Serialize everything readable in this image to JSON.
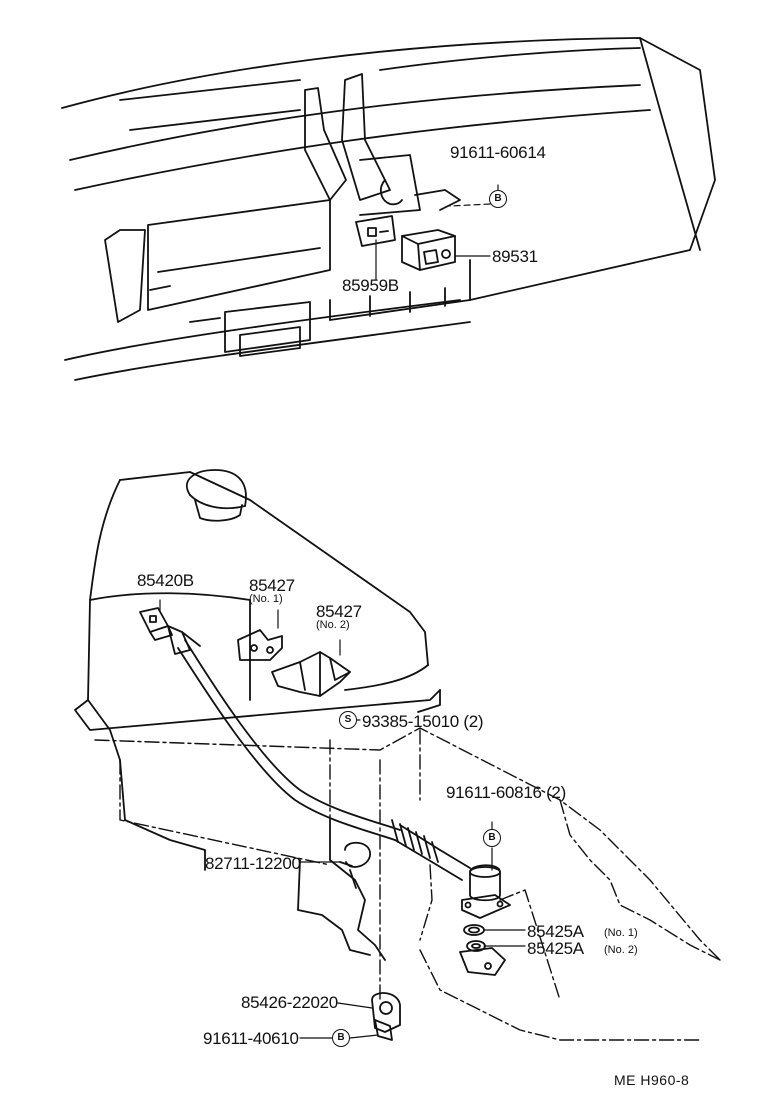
{
  "parts": {
    "p1_number": "91611-60614",
    "p1_mark": "B",
    "p2_number": "89531",
    "p3_number": "85959B",
    "p4_number": "85420B",
    "p5_number": "85427",
    "p5_note": "(No. 1)",
    "p6_number": "85427",
    "p6_note": "(No. 2)",
    "p7_mark": "S",
    "p7_number": "93385-15010 (2)",
    "p8_number": "91611-60816 (2)",
    "p8_mark": "B",
    "p9_number": "82711-12200",
    "p10_number": "85425A",
    "p10_note": "(No. 1)",
    "p11_number": "85425A",
    "p11_note": "(No. 2)",
    "p12_number": "85426-22020",
    "p13_number": "91611-40610",
    "p13_mark": "B"
  },
  "diagram_code": "ME  H960-8"
}
